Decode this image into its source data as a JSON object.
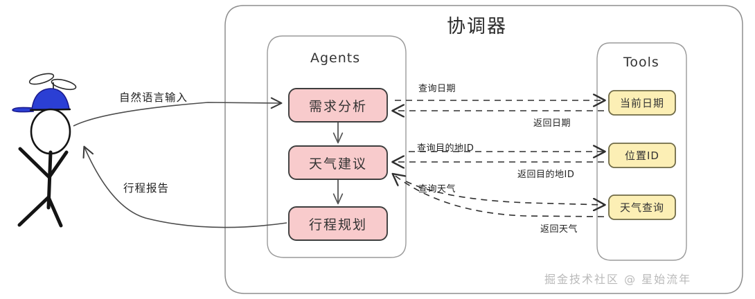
{
  "diagram": {
    "title": "协调器",
    "actor": {
      "name": "stick-figure-user",
      "hat_color": "#2b3fd4"
    },
    "flows": [
      {
        "id": "input",
        "label": "自然语言输入",
        "direction": "user-to-agent"
      },
      {
        "id": "report",
        "label": "行程报告",
        "direction": "agent-to-user"
      }
    ],
    "groups": [
      {
        "id": "agents",
        "title": "Agents",
        "fill": "#ffffff",
        "node_fill": "#f7c9ca",
        "node_stroke": "#3f3f3f",
        "nodes": [
          {
            "id": "agent-1",
            "label": "需求分析"
          },
          {
            "id": "agent-2",
            "label": "天气建议"
          },
          {
            "id": "agent-3",
            "label": "行程规划"
          }
        ]
      },
      {
        "id": "tools",
        "title": "Tools",
        "fill": "#ffffff",
        "node_fill": "#fcefb4",
        "node_stroke": "#6b6b4a",
        "nodes": [
          {
            "id": "tool-1",
            "label": "当前日期"
          },
          {
            "id": "tool-2",
            "label": "位置ID"
          },
          {
            "id": "tool-3",
            "label": "天气查询"
          }
        ]
      }
    ],
    "connections": [
      {
        "id": "c1",
        "from": "agent-1",
        "to": "tool-1",
        "label": "查询日期",
        "style": "dashed"
      },
      {
        "id": "c2",
        "from": "tool-1",
        "to": "agent-1",
        "label": "返回日期",
        "style": "dashed"
      },
      {
        "id": "c3",
        "from": "agent-2",
        "to": "tool-2",
        "label": "查询目的地ID",
        "style": "dashed"
      },
      {
        "id": "c4",
        "from": "tool-2",
        "to": "agent-2",
        "label": "返回目的地ID",
        "style": "dashed"
      },
      {
        "id": "c5",
        "from": "agent-2",
        "to": "tool-3",
        "label": "查询天气",
        "style": "dashed"
      },
      {
        "id": "c6",
        "from": "tool-3",
        "to": "agent-2",
        "label": "返回天气",
        "style": "dashed"
      }
    ],
    "sequence_arrows": [
      {
        "id": "s1",
        "from": "agent-1",
        "to": "agent-2"
      },
      {
        "id": "s2",
        "from": "agent-2",
        "to": "agent-3"
      }
    ],
    "watermark": "掘金技术社区 @ 星始流年"
  }
}
